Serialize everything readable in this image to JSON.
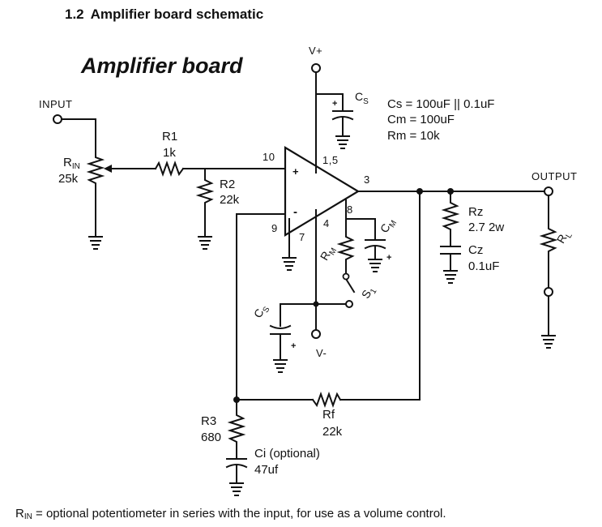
{
  "heading": {
    "number": "1.2",
    "text": "Amplifier board schematic"
  },
  "diagram": {
    "title": "Amplifier board",
    "input_label": "INPUT",
    "output_label": "OUTPUT",
    "rin_label_main": "R",
    "rin_label_sub": "IN",
    "rin_value": "25k",
    "r1_label": "R1",
    "r1_value": "1k",
    "r2_label": "R2",
    "r2_value": "22k",
    "vplus": "V+",
    "vminus": "V-",
    "pin_noninv": "10",
    "pin_inv": "9",
    "pin_supply": "1,5",
    "pin_out": "3",
    "pin_4": "4",
    "pin_7": "7",
    "pin_8": "8",
    "plus_sign": "+",
    "minus_sign": "-",
    "cs_top_main": "C",
    "cs_top_sub": "S",
    "cs_bottom_main": "C",
    "cs_bottom_sub": "S",
    "cm_main": "C",
    "cm_sub": "M",
    "rm_main": "R",
    "rm_sub": "M",
    "s1_main": "S",
    "s1_sub": "1",
    "rl_main": "R",
    "rl_sub": "L",
    "notes": [
      "Cs = 100uF || 0.1uF",
      "Cm = 100uF",
      "Rm = 10k"
    ],
    "rz_label": "Rz",
    "rz_value": "2.7 2w",
    "cz_label": "Cz",
    "cz_value": "0.1uF",
    "rf_label": "Rf",
    "rf_value": "22k",
    "r3_label": "R3",
    "r3_value": "680",
    "ci_label": "Ci (optional)",
    "ci_value": "47uf"
  },
  "footnote": {
    "r_main": "R",
    "r_sub": "IN",
    "text": " = optional potentiometer in series with the input, for use as a volume control."
  }
}
